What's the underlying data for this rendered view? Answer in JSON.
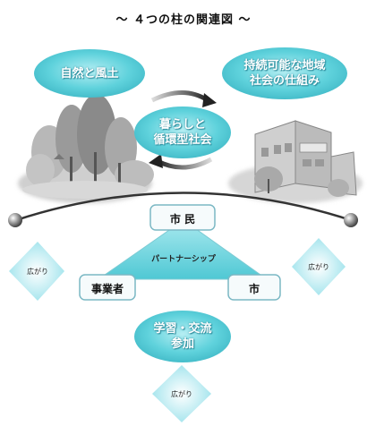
{
  "title": "～ ４つの柱の関連図 ～",
  "pillars": {
    "nature": "自然と風土",
    "sustainable_line1": "持続可能な地域",
    "sustainable_line2": "社会の仕組み",
    "living_line1": "暮らしと",
    "living_line2": "循環型社会",
    "learning_line1": "学習・交流",
    "learning_line2": "参加"
  },
  "actors": {
    "citizens": "市 民",
    "businesses": "事業者",
    "city": "市"
  },
  "partnership": "パートナーシップ",
  "spread": {
    "left": "広がり",
    "right": "広がり",
    "bottom": "広がり"
  },
  "colors": {
    "ellipse_fill": "#5fd2dc",
    "ellipse_light": "#c8f0f4",
    "box_fill": "#f6fbfc",
    "box_border": "#7bb8c4",
    "diamond_fill": "#b9ecf2",
    "triangle_fill": "#6fd6de",
    "arc": "#333333"
  }
}
